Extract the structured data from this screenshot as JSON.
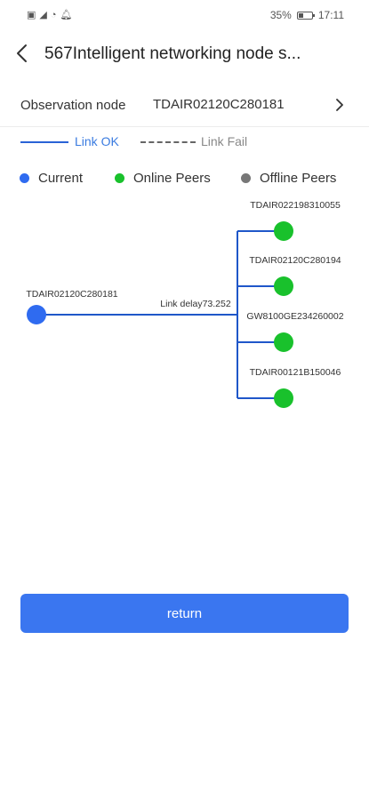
{
  "status_bar": {
    "battery_percent": "35%",
    "battery_level": 0.35,
    "time": "17:11",
    "icons": [
      "sim-icon",
      "signal-icon",
      "wifi-icon",
      "bell-icon"
    ]
  },
  "header": {
    "title": "567Intelligent networking node s..."
  },
  "observation": {
    "label": "Observation node",
    "value": "TDAIR02120C280181"
  },
  "link_legend": {
    "ok": "Link OK",
    "fail": "Link Fail"
  },
  "node_legend": {
    "current": "Current",
    "online": "Online Peers",
    "offline": "Offline Peers"
  },
  "colors": {
    "current": "#2f6bf0",
    "online": "#19c12c",
    "offline": "#777777",
    "link": "#1f57c9",
    "accent": "#3a76f0"
  },
  "topology": {
    "current_node": "TDAIR02120C280181",
    "link_delay": "Link delay73.252",
    "peers": [
      {
        "name": "TDAIR022198310055",
        "status": "online"
      },
      {
        "name": "TDAIR02120C280194",
        "status": "online"
      },
      {
        "name": "GW8100GE234260002",
        "status": "online"
      },
      {
        "name": "TDAIR00121B150046",
        "status": "online"
      }
    ]
  },
  "actions": {
    "return_label": "return"
  }
}
